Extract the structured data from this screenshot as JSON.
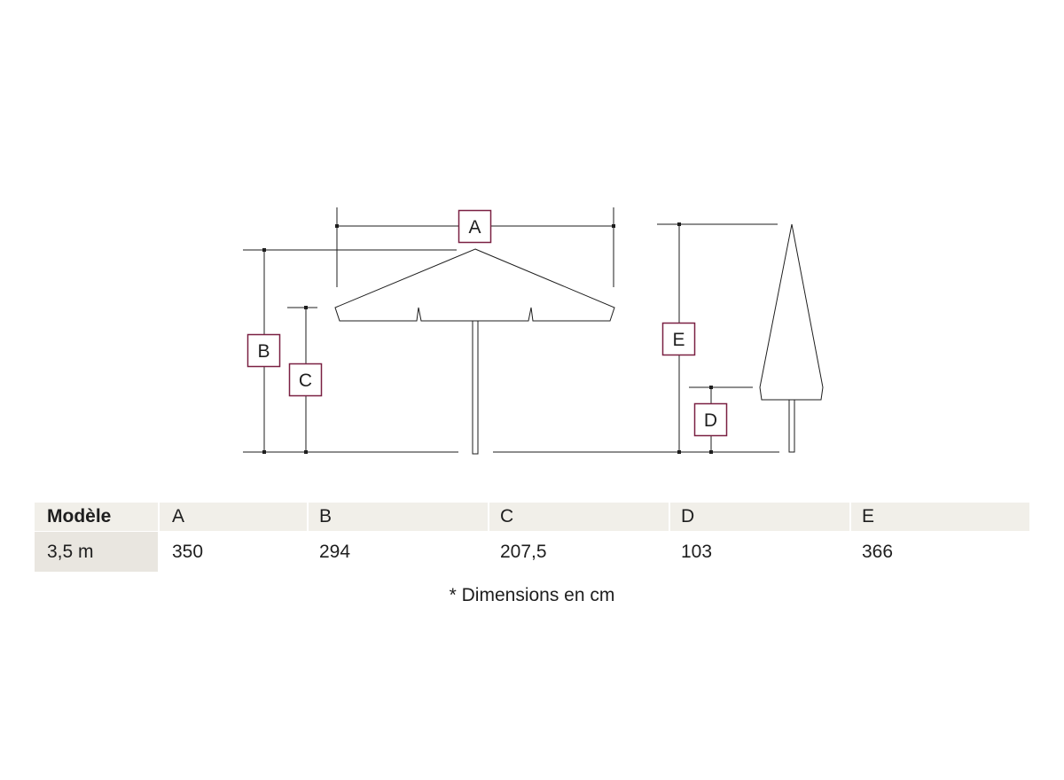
{
  "diagram": {
    "labels": {
      "a": "A",
      "b": "B",
      "c": "C",
      "d": "D",
      "e": "E"
    },
    "colors": {
      "label_border": "#7a2042",
      "line": "#1e1e1e",
      "background": "#ffffff"
    }
  },
  "table": {
    "header": [
      "Modèle",
      "A",
      "B",
      "C",
      "D",
      "E"
    ],
    "rows": [
      [
        "3,5 m",
        "350",
        "294",
        "207,5",
        "103",
        "366"
      ]
    ],
    "colors": {
      "header_bg": "#f1efe9",
      "model_bg": "#e9e6e0"
    }
  },
  "footnote": "* Dimensions en cm"
}
